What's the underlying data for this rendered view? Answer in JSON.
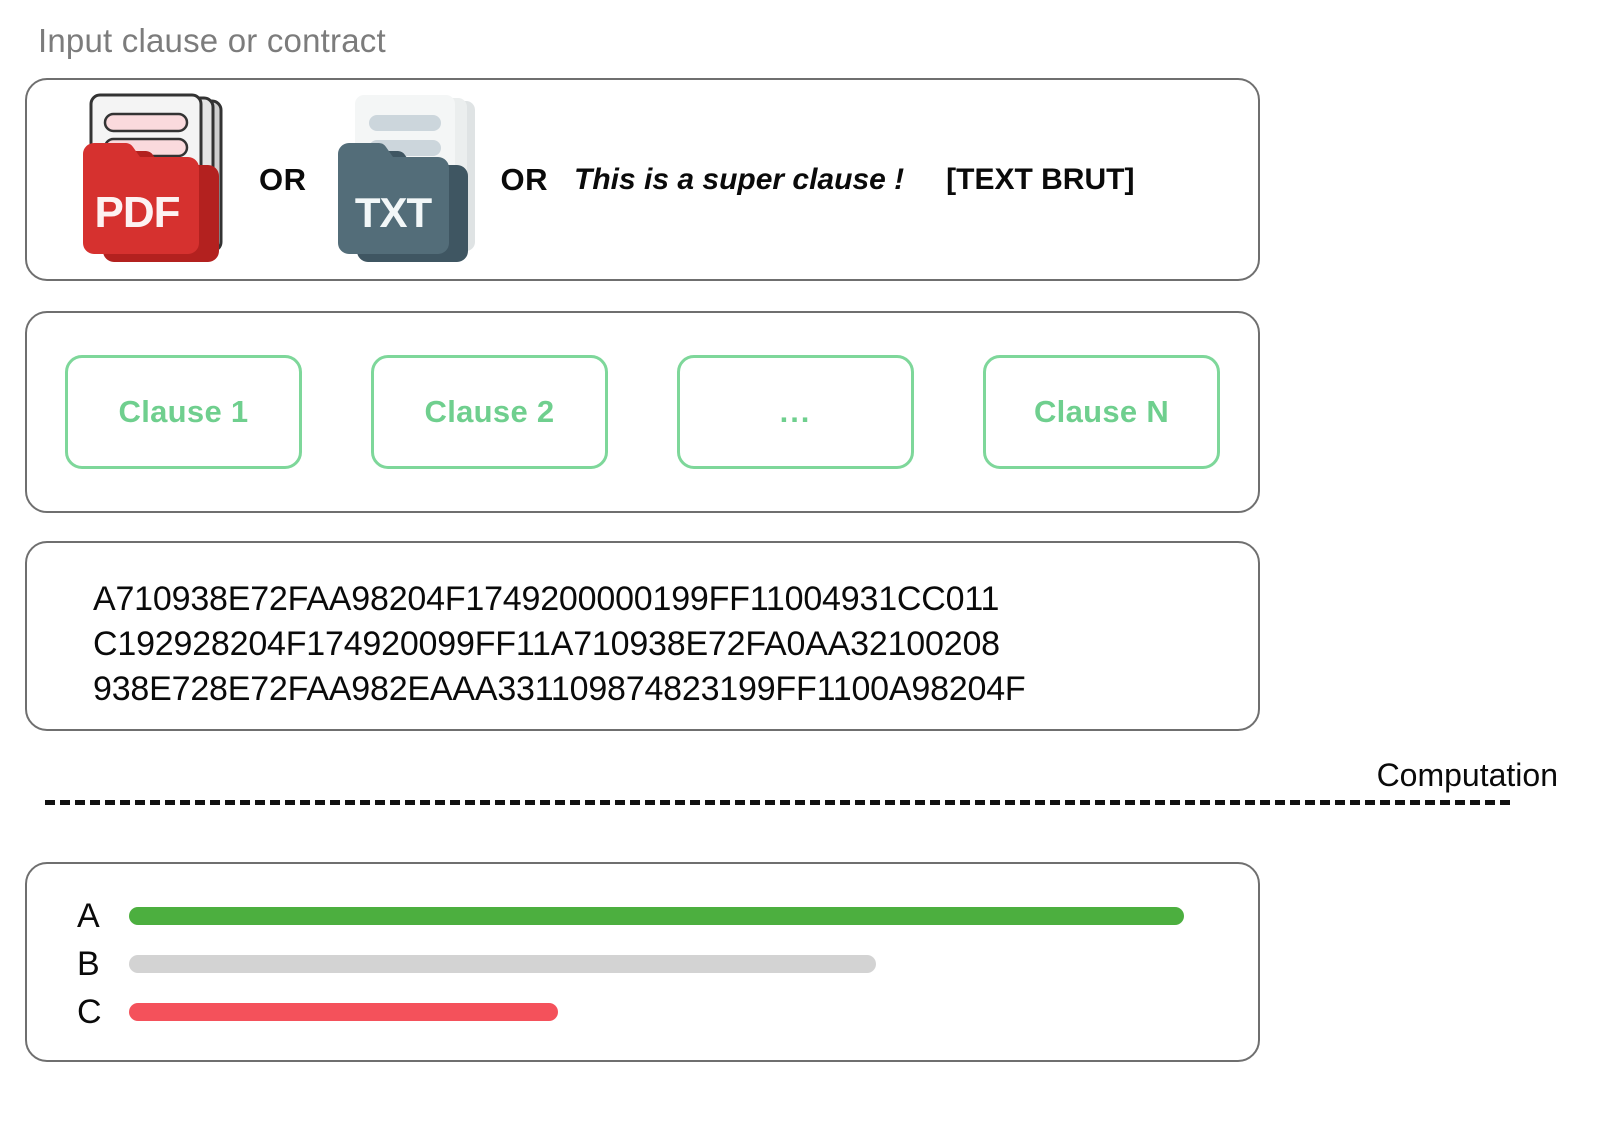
{
  "heading": "Input clause or contract",
  "input_panel": {
    "pdf_icon_label": "PDF",
    "or_1": "OR",
    "txt_icon_label": "TXT",
    "or_2": "OR",
    "sample_clause": "This is a super clause !",
    "text_brut": "[TEXT BRUT]"
  },
  "clauses_panel": {
    "chips": [
      {
        "label": "Clause 1"
      },
      {
        "label": "Clause 2"
      },
      {
        "label": "..."
      },
      {
        "label": "Clause N"
      }
    ]
  },
  "hash_panel": {
    "lines": [
      "A710938E72FAA98204F1749200000199FF11004931CC011",
      "C192928204F174920099FF11A710938E72FA0AA32100208",
      "938E728E72FAA982EAAA331109874823199FF1100A98204F"
    ]
  },
  "divider": {
    "label": "Computation"
  },
  "colors": {
    "panel_border": "#6f6f6f",
    "clause_green": "#7ed79a",
    "clause_text_green": "#6fcf8e",
    "heading_gray": "#7c7c7c",
    "pdf_red": "#d6312f",
    "txt_slate": "#536d79",
    "bar_green": "#4caf3f",
    "bar_gray": "#d3d3d3",
    "bar_red": "#f4515b"
  },
  "chart_data": {
    "type": "bar",
    "orientation": "horizontal",
    "title": "",
    "xlabel": "",
    "ylabel": "",
    "categories": [
      "A",
      "B",
      "C"
    ],
    "values": [
      96,
      68,
      39
    ],
    "xlim": [
      0,
      100
    ],
    "grid": false,
    "legend": null,
    "bar_colors": [
      "#4caf3f",
      "#d3d3d3",
      "#f4515b"
    ]
  }
}
